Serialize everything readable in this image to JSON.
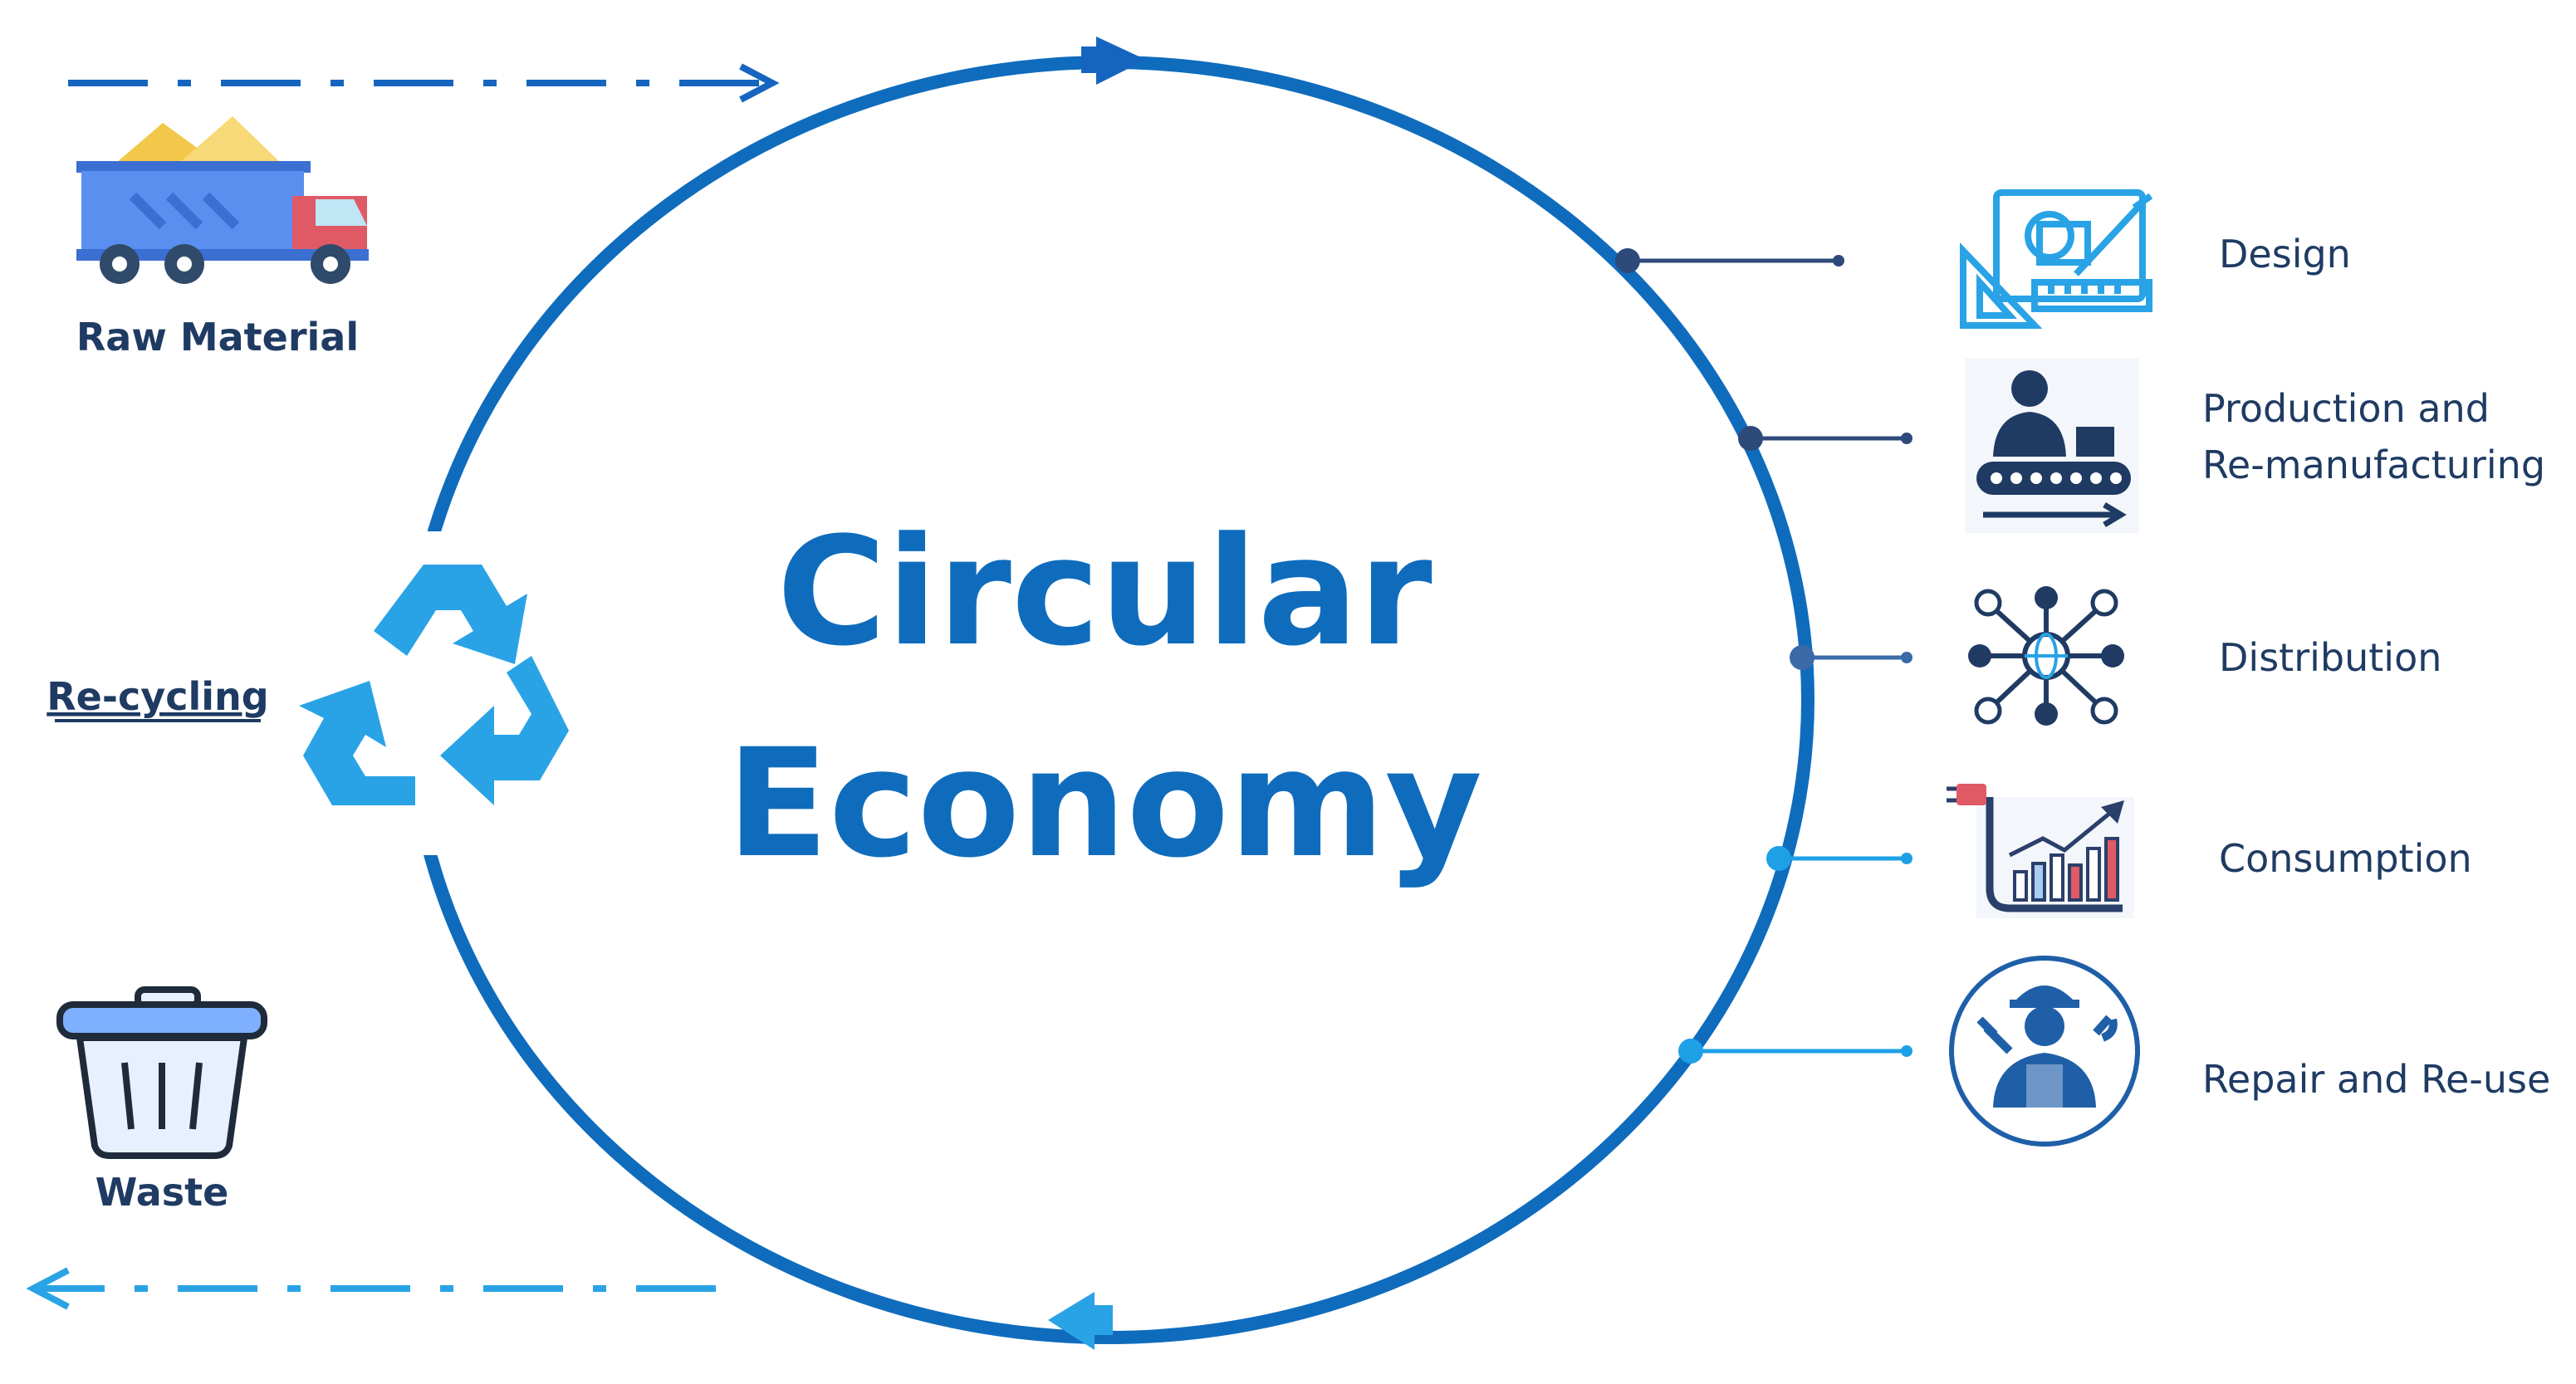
{
  "title": {
    "line1": "Circular",
    "line2": "Economy"
  },
  "left": {
    "raw_material": "Raw Material",
    "recycling": "Re-cycling",
    "waste": "Waste"
  },
  "stages": [
    {
      "label": "Design",
      "icon": "design-tools-icon"
    },
    {
      "label_line1": "Production and",
      "label_line2": "Re-manufacturing",
      "icon": "conveyor-worker-icon"
    },
    {
      "label": "Distribution",
      "icon": "network-globe-icon"
    },
    {
      "label": "Consumption",
      "icon": "growth-chart-plug-icon"
    },
    {
      "label": "Repair and Re-use",
      "icon": "repair-worker-icon"
    }
  ],
  "colors": {
    "circle": "#0f6cbd",
    "text_blue": "#0f6cbd",
    "dark_navy": "#1f3b63",
    "connector_dark": "#2e4a7a",
    "connector_light": "#1ea0e6",
    "recycle": "#29a3e6"
  }
}
